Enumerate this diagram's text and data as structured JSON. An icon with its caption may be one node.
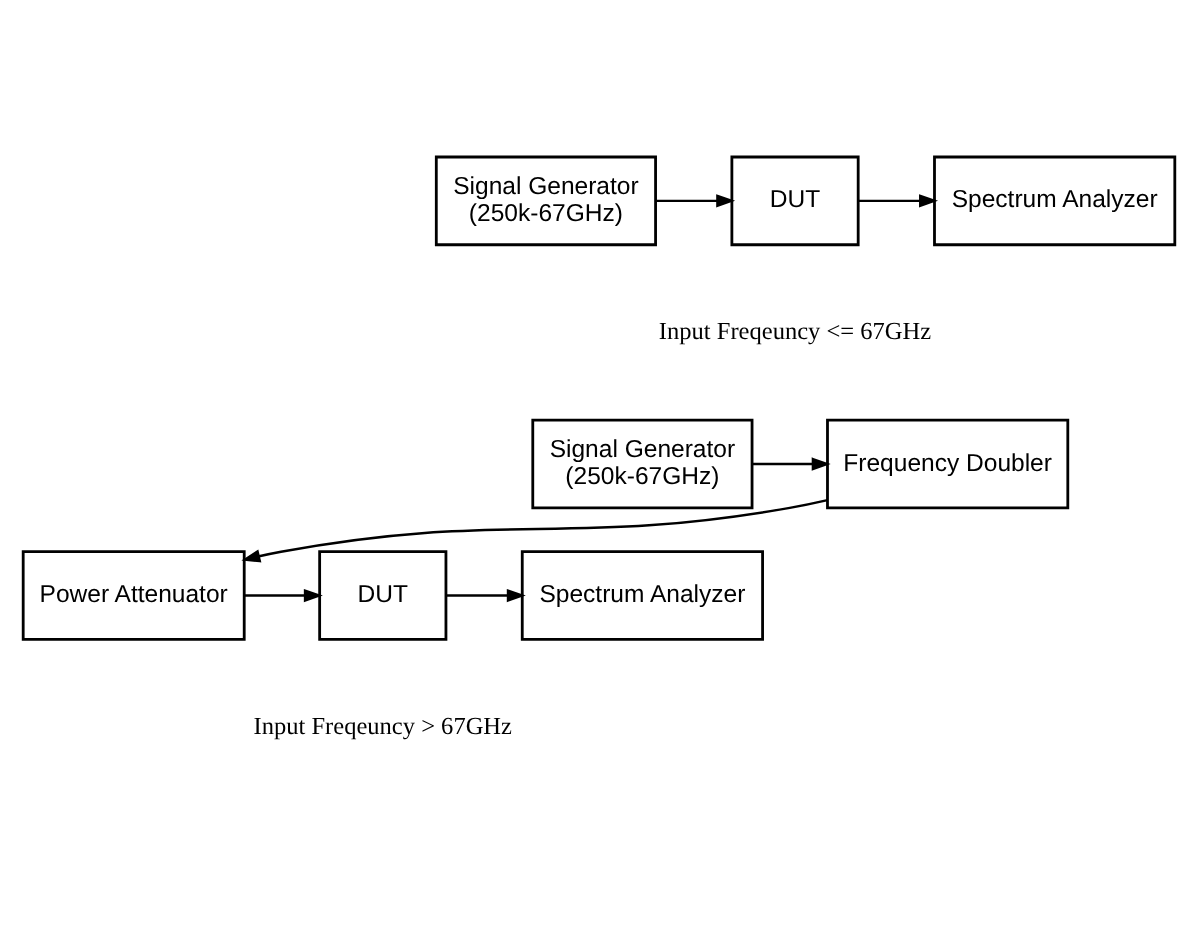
{
  "diagram": {
    "nodes": [
      {
        "text": [
          "Signal Generator (250k-67GHz)"
        ]
      },
      {
        "text": [
          "DUT"
        ]
      },
      {
        "text": [
          "Spectrum Analyzer"
        ]
      },
      {
        "text": [
          "Frequency Doubler"
        ]
      },
      {
        "text": [
          "Signal Generator (250k-67GHz)"
        ]
      },
      {
        "text": [
          "Power Attenuator"
        ]
      },
      {
        "text": [
          "DUT"
        ]
      },
      {
        "text": [
          "Spectrum Analyzer"
        ]
      }
    ],
    "edges": [
      {
        "from": 0,
        "to": 1,
        "arrow": "to"
      },
      {
        "from": 1,
        "to": 2,
        "arrow": "to"
      },
      {
        "from": 4,
        "to": 3,
        "arrow": "to"
      },
      {
        "from": 3,
        "to": 5,
        "arrow": "to"
      },
      {
        "from": 5,
        "to": 6,
        "arrow": "to"
      },
      {
        "from": 6,
        "to": 7,
        "arrow": "to"
      }
    ],
    "labels": [
      "Input Freqeuncy <= 67GHz",
      "Input Freqeuncy > 67GHz"
    ]
  }
}
